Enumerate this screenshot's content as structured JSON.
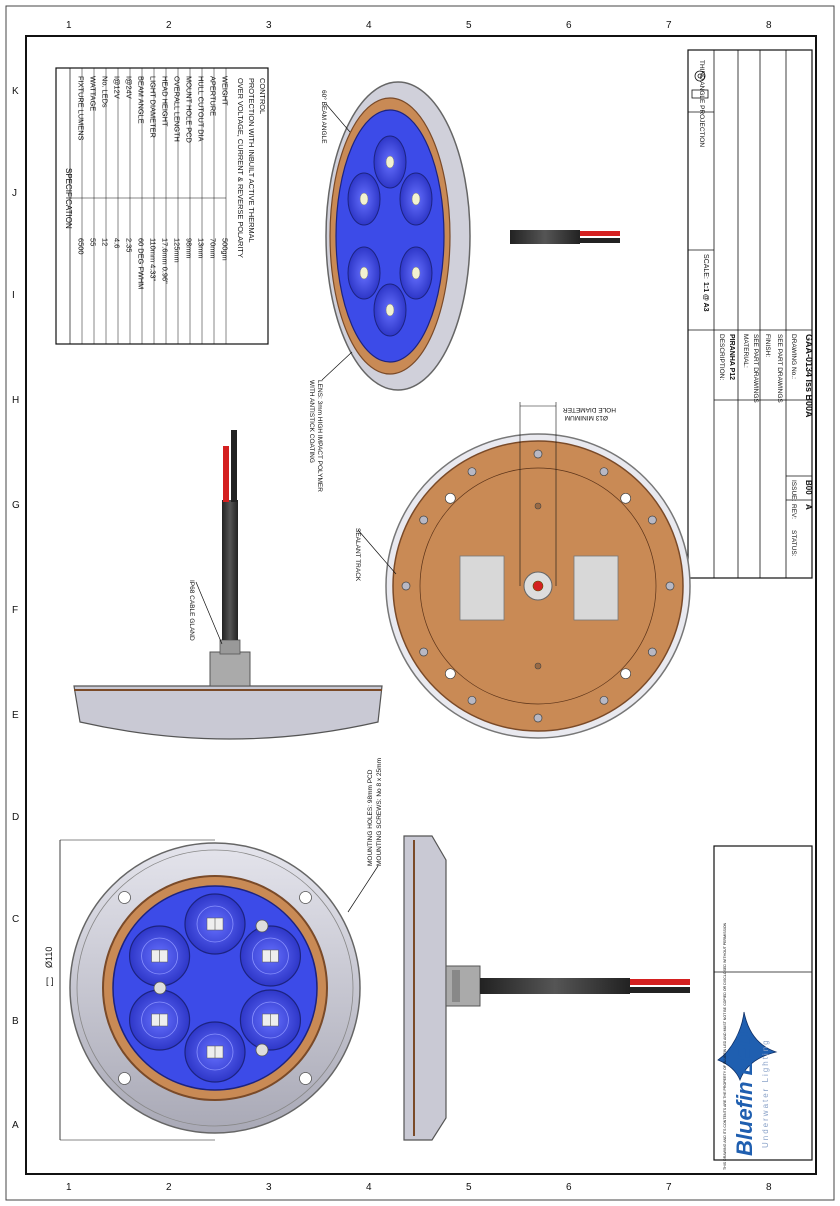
{
  "grid": {
    "top_numbers": [
      "1",
      "2",
      "3",
      "4",
      "5",
      "6",
      "7",
      "8"
    ],
    "bottom_numbers": [
      "1",
      "2",
      "3",
      "4",
      "5",
      "6",
      "7",
      "8"
    ],
    "side_letters": [
      "K",
      "J",
      "I",
      "H",
      "G",
      "F",
      "E",
      "D",
      "C",
      "B",
      "A"
    ]
  },
  "spec_table": {
    "title": "SPECIFICATION",
    "rows": [
      {
        "label": "FIXTURE LUMENS",
        "value": "6500"
      },
      {
        "label": "WATTAGE",
        "value": "55"
      },
      {
        "label": "No. LEDs",
        "value": "12"
      },
      {
        "label": "I@12V",
        "value": "4.6"
      },
      {
        "label": "I@24V",
        "value": "2.35"
      },
      {
        "label": "BEAM ANGLE",
        "value": "60 DEG FWHM"
      },
      {
        "label": "LIGHT DIAMETER",
        "value": "110mm 4.33\""
      },
      {
        "label": "HEAD HEIGHT",
        "value": "17.6mm 0.96\""
      },
      {
        "label": "OVERALL LENGTH",
        "value": "125mm"
      },
      {
        "label": "MOUNT HOLE PCD",
        "value": "98mm"
      },
      {
        "label": "HULL CUTOUT DIA",
        "value": "13mm"
      },
      {
        "label": "APERTURE",
        "value": "70mm"
      },
      {
        "label": "WEIGHT",
        "value": "500gm"
      }
    ],
    "note_lines": [
      "OVER VOLTAGE, CURRENT & REVERSE POLARITY",
      "PROTECTION WITH INBUILT ACTIVE THERMAL",
      "CONTROL"
    ]
  },
  "annotations": {
    "beam_angle": "60° BEAM ANGLE",
    "lens_line1": "LENS: 3mm HIGH IMPACT POLYMER",
    "lens_line2": "WITH ANTISTICK COATING",
    "sealant": "SEALANT TRACK",
    "cable_gland": "IP68 CABLE GLAND",
    "hole_line1": "Ø13 MINIMUM",
    "hole_line2": "HOLE DIAMETER",
    "mounting_line1": "MOUNTING HOLES: 98mm PCD",
    "mounting_line2": "MOUNTING SCREWS: No 8 x 25mm",
    "dim_dia": "Ø110"
  },
  "title_block": {
    "projection_label": "THIRD ANGLE PROJECTION",
    "scale_label": "SCALE:",
    "scale_value": "1:1 @ A3",
    "description_label": "DESCRIPTION:",
    "description_value": "PIRANHA P12",
    "material_label": "MATERIAL:",
    "material_value": "SEE PART DRAWINGS",
    "finish_label": "FINISH:",
    "finish_value": "SEE PART DRAWINGS",
    "drawing_label": "DRAWING No.:",
    "drawing_value": "GAA-0134 Iss B00A",
    "issue_label": "ISSUE:",
    "issue_value": "B00",
    "rev_label": "REV:",
    "rev_value": "A",
    "status_label": "STATUS:"
  },
  "brand": {
    "name": "Bluefin LED",
    "tagline": "Underwater Lighting",
    "fine_print": "THIS DRAWING AND ITS CONTENTS ARE THE PROPERTY OF BLUEFIN LED AND MUST NOT BE COPIED OR DISCLOSED WITHOUT PERMISSION",
    "blue": "#1f5fb0",
    "navy": "#0e2f66"
  },
  "colors": {
    "led_blue": "#3c4be8",
    "copper": "#c98a55",
    "bronze_ring": "#a8775a",
    "housing_grey": "#c9c9d4",
    "cable_red": "#d42020"
  }
}
